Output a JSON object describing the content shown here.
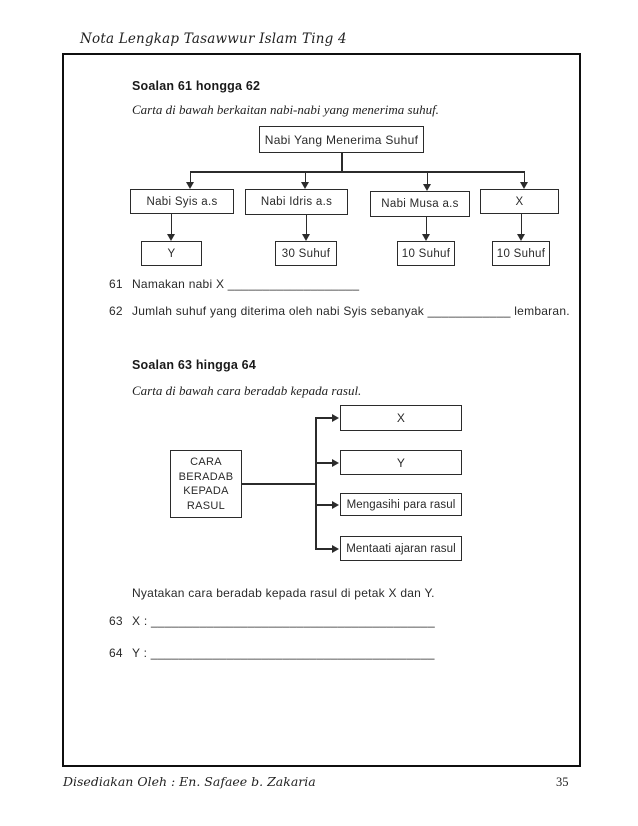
{
  "page": {
    "header_title": "Nota Lengkap Tasawwur Islam Ting 4",
    "footer_author": "Disediakan Oleh : En. Safaee b. Zakaria",
    "page_number": "35"
  },
  "section1": {
    "title": "Soalan 61 hongga 62",
    "caption": "Carta di bawah berkaitan nabi-nabi yang menerima suhuf.",
    "chart": {
      "type": "flowchart",
      "root": "Nabi Yang Menerima Suhuf",
      "branches": [
        {
          "label": "Nabi Syis a.s",
          "value": "Y"
        },
        {
          "label": "Nabi Idris a.s",
          "value": "30 Suhuf"
        },
        {
          "label": "Nabi Musa a.s",
          "value": "10 Suhuf"
        },
        {
          "label": "X",
          "value": "10 Suhuf"
        }
      ]
    },
    "questions": [
      {
        "number": "61",
        "text": "Namakan nabi X ___________________"
      },
      {
        "number": "62",
        "text": "Jumlah suhuf yang diterima oleh nabi Syis sebanyak ____________ lembaran."
      }
    ]
  },
  "section2": {
    "title": "Soalan 63 hingga 64",
    "caption": "Carta di bawah cara beradab kepada rasul.",
    "chart": {
      "type": "flowchart",
      "root_lines": [
        "CARA",
        "BERADAB",
        "KEPADA",
        "RASUL"
      ],
      "items": [
        "X",
        "Y",
        "Mengasihi para rasul",
        "Mentaati ajaran rasul"
      ]
    },
    "instruction": "Nyatakan cara beradab kepada rasul di petak X dan Y.",
    "questions": [
      {
        "number": "63",
        "text": "X : _________________________________________"
      },
      {
        "number": "64",
        "text": "Y : _________________________________________"
      }
    ]
  }
}
